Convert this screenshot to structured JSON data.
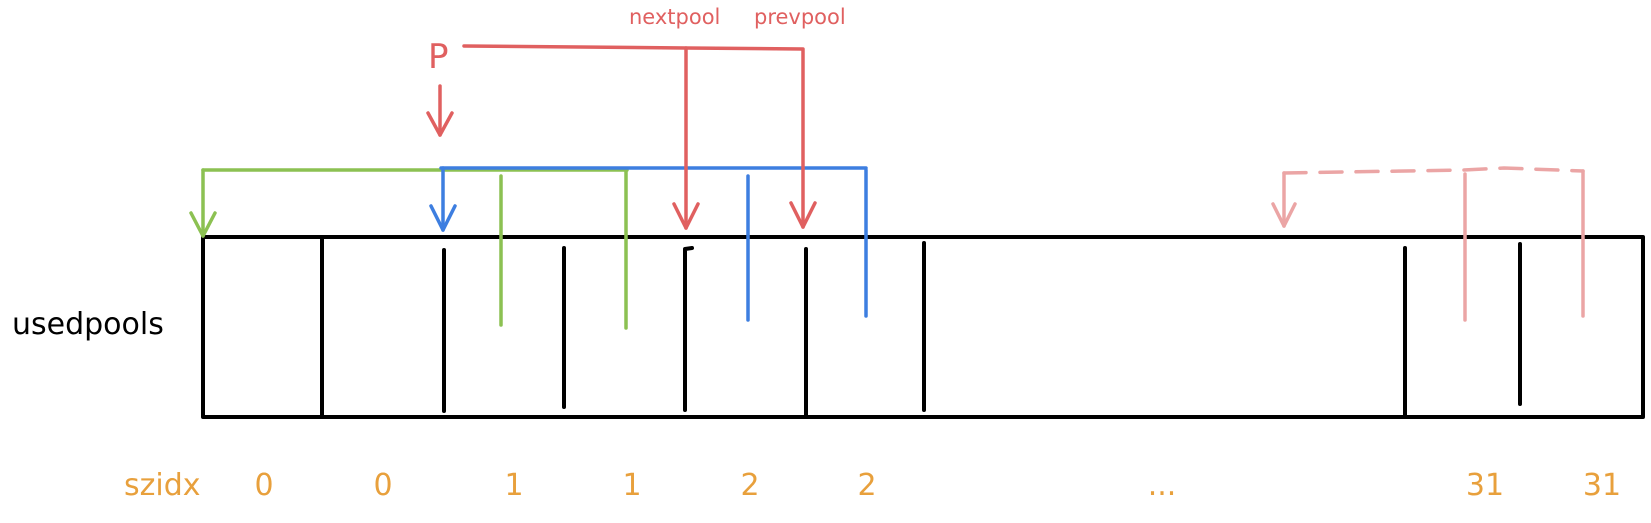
{
  "row_label": "usedpools",
  "pointer_label": "P",
  "next_label": "nextpool",
  "prev_label": "prevpool",
  "szidx_label": "szidx",
  "szidx_values": [
    "0",
    "0",
    "1",
    "1",
    "2",
    "2",
    "...",
    "31",
    "31"
  ],
  "colors": {
    "outline": "#000000",
    "pointer": "#e06060",
    "class0": "#8cc152",
    "class1": "#3d7ee0",
    "class31": "#eba5a5",
    "szidx_text": "#e8a03c"
  }
}
